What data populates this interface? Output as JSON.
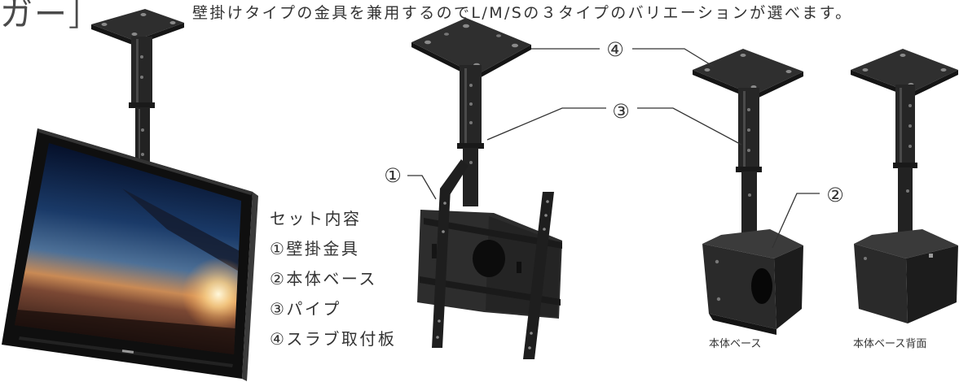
{
  "header": {
    "title_fragment": "ガー］",
    "subtitle": "壁掛けタイプの金具を兼用するのでL/M/Sの３タイプのバリエーションが選べます。"
  },
  "callouts": {
    "c1": "①",
    "c2": "②",
    "c3": "③",
    "c4": "④"
  },
  "set_contents": {
    "title": "セット内容",
    "items": [
      "①壁掛金具",
      "②本体ベース",
      "③パイプ",
      "④スラブ取付板"
    ]
  },
  "captions": {
    "base": "本体ベース",
    "base_back": "本体ベース背面"
  },
  "colors": {
    "text": "#333333",
    "metal": "#2a2a2a",
    "leader_line": "#333333"
  }
}
